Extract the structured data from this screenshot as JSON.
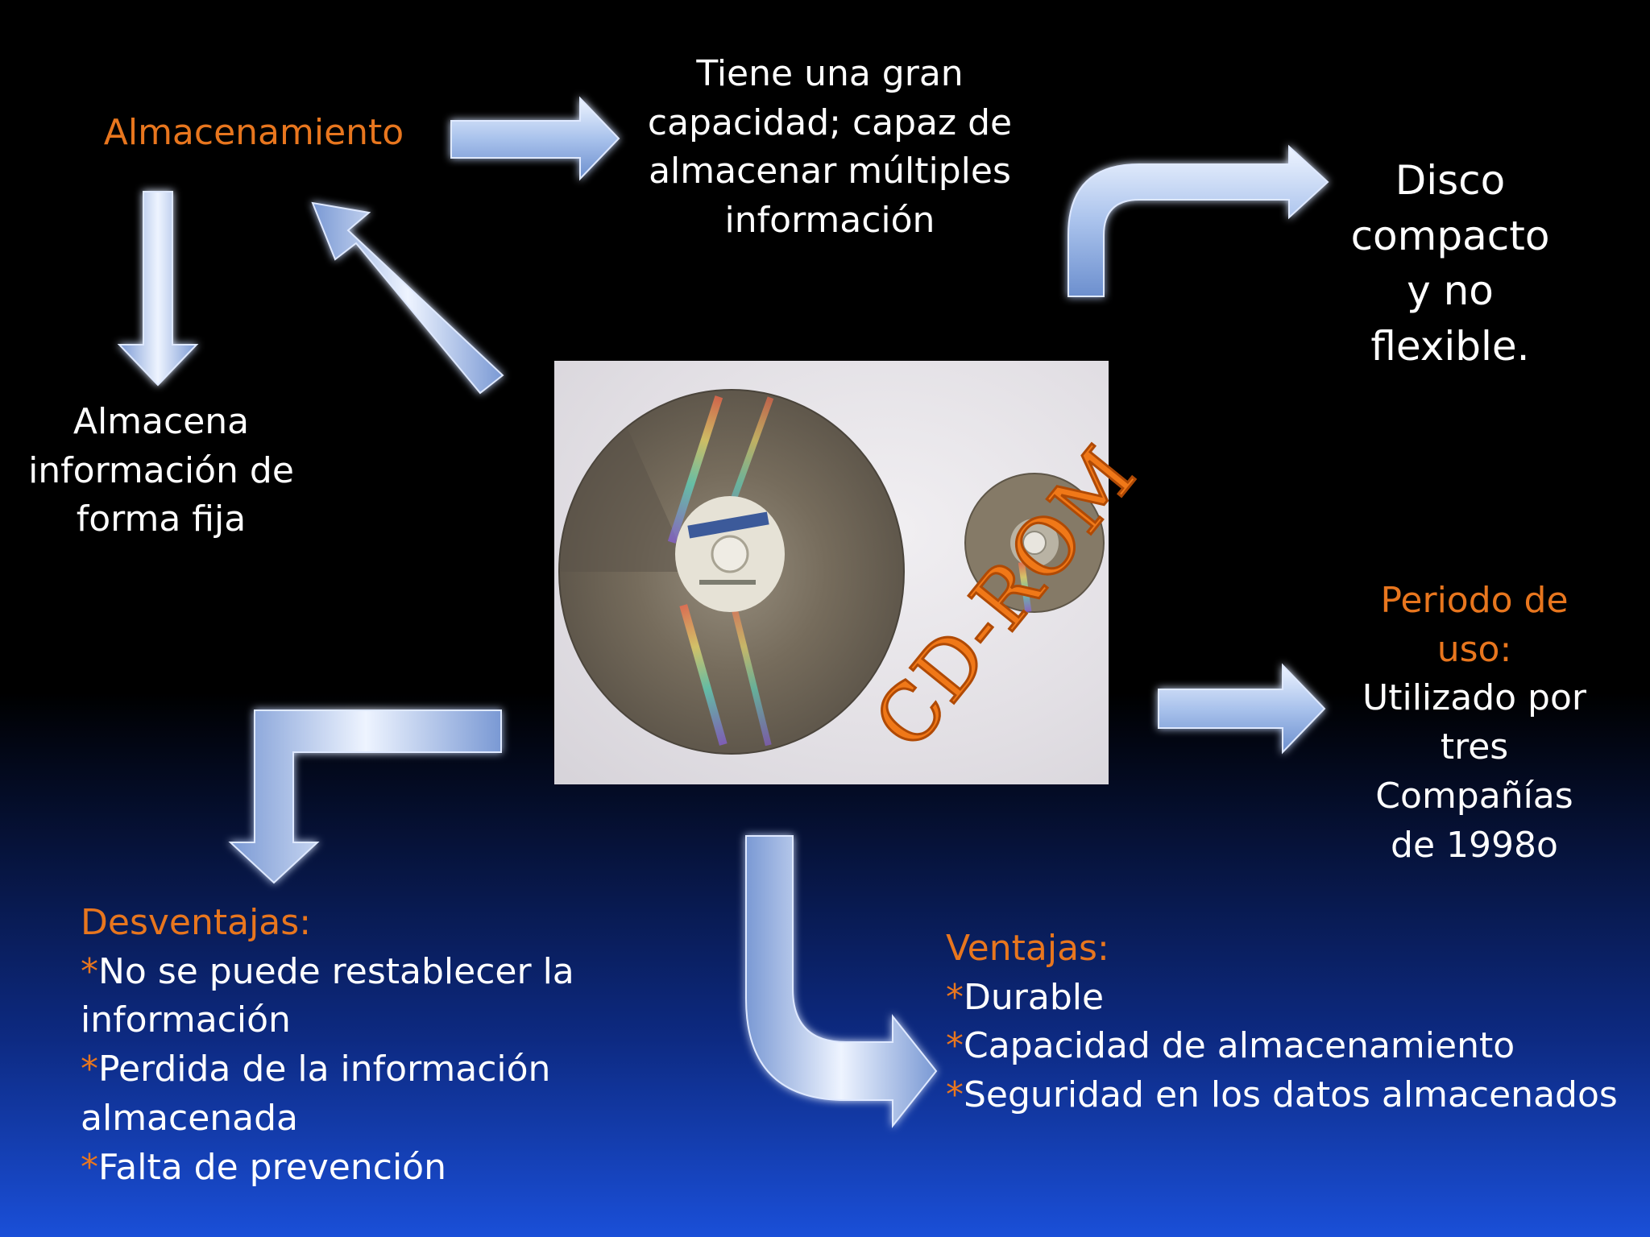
{
  "nodes": {
    "almacenamiento": "Almacenamiento",
    "capacidad": [
      "Tiene una gran",
      "capacidad; capaz de",
      "almacenar múltiples",
      "información"
    ],
    "disco": [
      "Disco",
      "compacto",
      "y no",
      "flexible."
    ],
    "almacena": [
      "Almacena",
      "información de",
      "forma fija"
    ],
    "periodo_title": [
      "Periodo de",
      "uso:"
    ],
    "periodo_body": [
      "Utilizado por",
      "tres",
      "Compañías",
      "de 1998o"
    ],
    "center_label": "CD-ROM"
  },
  "desventajas": {
    "title": "Desventajas:",
    "items": [
      "No se puede restablecer  la",
      "información",
      "Perdida de la información",
      "almacenada",
      "Falta  de prevención"
    ],
    "bullet": "*"
  },
  "ventajas": {
    "title": "Ventajas:",
    "items": [
      "Durable",
      "Capacidad de almacenamiento",
      "Seguridad en los datos almacenados"
    ],
    "bullet": "*"
  },
  "colors": {
    "accent": "#e8761e",
    "arrow": "#b9cff0",
    "arrow_glow": "#5b83d6"
  }
}
